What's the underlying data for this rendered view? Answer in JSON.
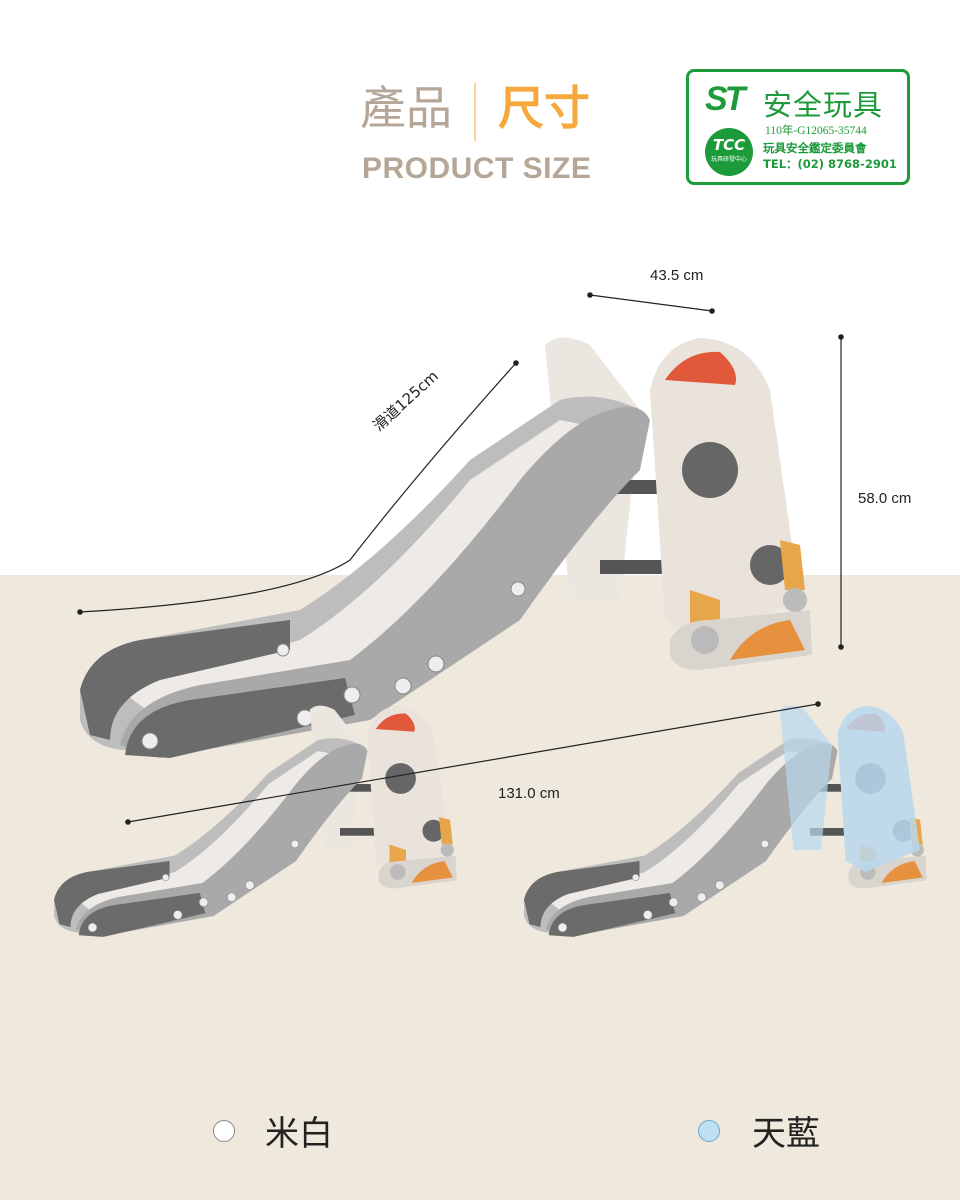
{
  "header": {
    "title_part1": "產品",
    "title_part2": "尺寸",
    "subtitle": "PRODUCT SIZE"
  },
  "certification": {
    "logo_mark": "ST",
    "title": "安全玩具",
    "cert_number": "110年-G12065-35744",
    "org": "玩具安全鑑定委員會",
    "tel": "TEL：(02) 8768-2901",
    "tcc_mark": "TCC",
    "tcc_sub": "玩具研發中心"
  },
  "dimensions": {
    "width": "43.5 cm",
    "height": "58.0 cm",
    "length": "131.0 cm",
    "slide_length": "滑道125cm"
  },
  "colors": [
    {
      "label": "米白",
      "swatch": "#ffffff"
    },
    {
      "label": "天藍",
      "swatch": "#bfe0f2"
    }
  ]
}
